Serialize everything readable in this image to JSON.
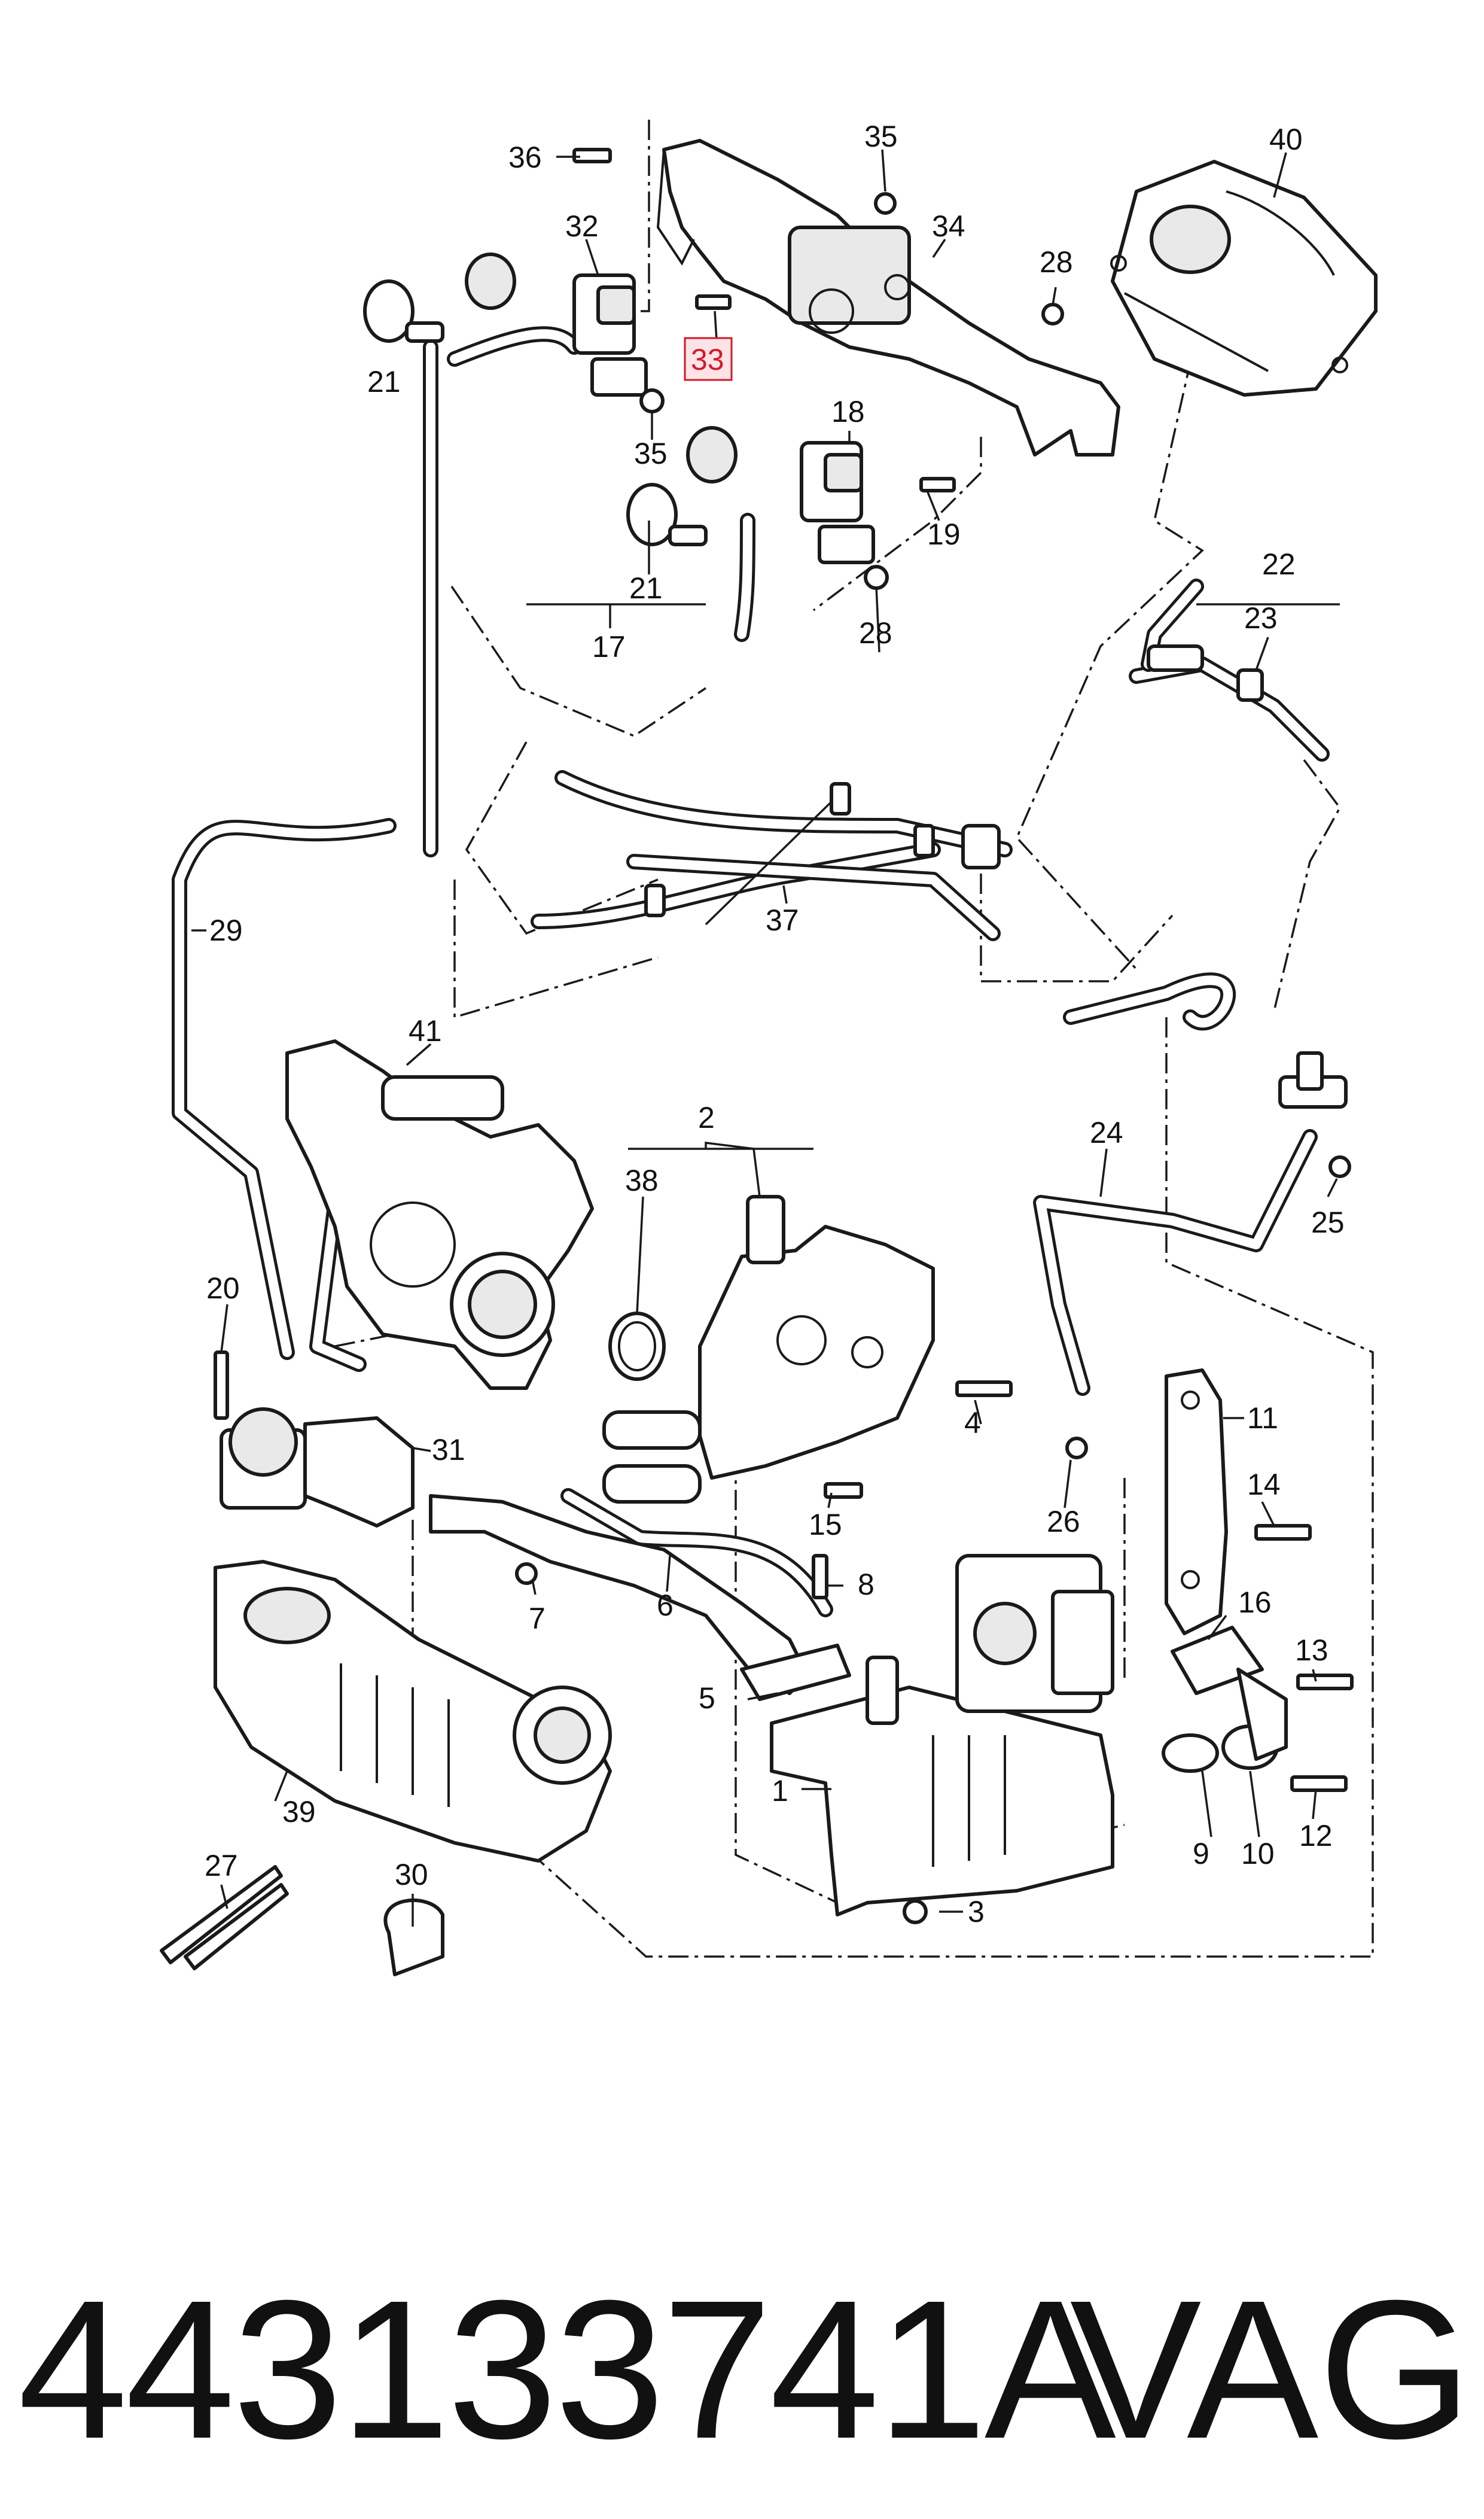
{
  "callouts": {
    "c1": "1",
    "c2": "2",
    "c3": "3",
    "c4": "4",
    "c5": "5",
    "c6": "6",
    "c7": "7",
    "c8": "8",
    "c9": "9",
    "c10": "10",
    "c11": "11",
    "c12": "12",
    "c13": "13",
    "c14": "14",
    "c15": "15",
    "c16": "16",
    "c17": "17",
    "c18": "18",
    "c19": "19",
    "c20": "20",
    "c21a": "21",
    "c21b": "21",
    "c22": "22",
    "c23": "23",
    "c24": "24",
    "c25": "25",
    "c26": "26",
    "c27": "27",
    "c28a": "28",
    "c28b": "28",
    "c29": "29",
    "c30": "30",
    "c31": "31",
    "c32": "32",
    "c33": "33",
    "c34": "34",
    "c35a": "35",
    "c35b": "35",
    "c36": "36",
    "c37": "37",
    "c38": "38",
    "c39": "39",
    "c40": "40",
    "c41": "41"
  },
  "highlight": {
    "callout": "33",
    "color": "#d11a2a"
  },
  "footer": {
    "part_number": "443133741A",
    "brand": "VAG"
  }
}
